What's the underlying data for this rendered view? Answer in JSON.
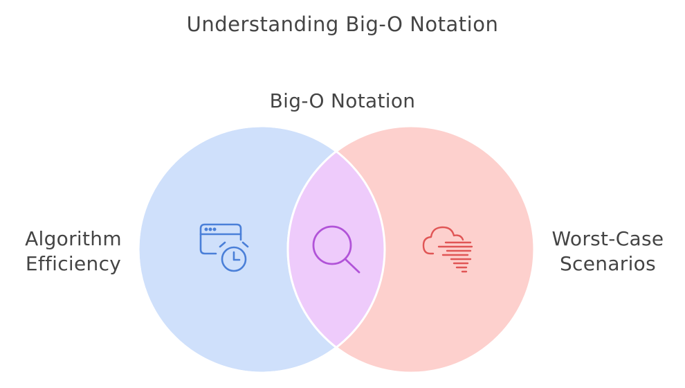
{
  "title": "Understanding Big-O Notation",
  "sets": {
    "center": {
      "label": "Big-O Notation",
      "icon": "magnifier-icon",
      "color": "#b153d8",
      "fill": "#eecbfb"
    },
    "left": {
      "label_line1": "Algorithm",
      "label_line2": "Efficiency",
      "icon": "browser-timer-icon",
      "color": "#4a7fd8",
      "fill": "#cfe0fb"
    },
    "right": {
      "label_line1": "Worst-Case",
      "label_line2": "Scenarios",
      "icon": "storm-cloud-icon",
      "color": "#e05555",
      "fill": "#fdd0cd"
    }
  }
}
